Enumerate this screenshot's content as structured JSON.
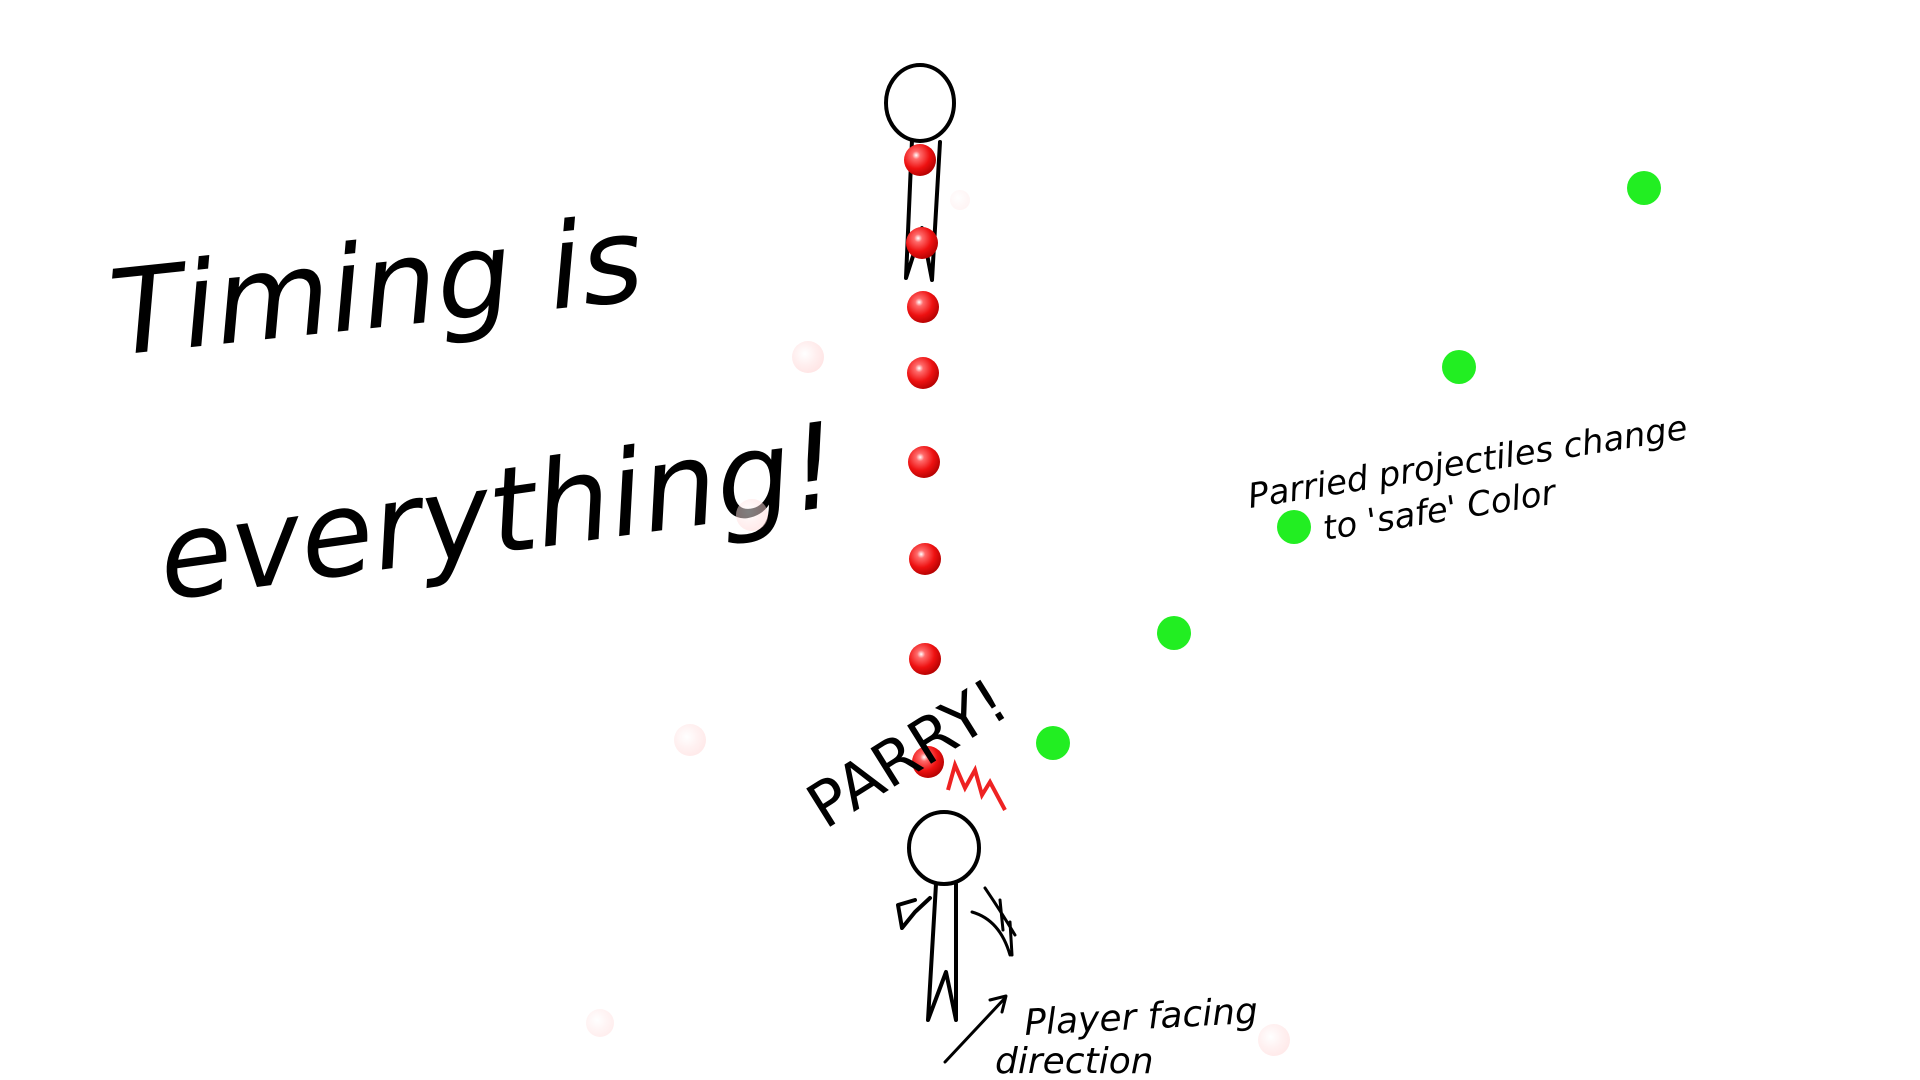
{
  "title": {
    "line1": "Timing is",
    "line2": "everything!"
  },
  "labels": {
    "parry": "PARRY!",
    "parried_note_line1": "Parried projectiles change",
    "parried_note_line2": "to 'safe' Color",
    "facing_line1": "Player facing",
    "facing_line2": "direction"
  },
  "colors": {
    "projectile": "#ee1111",
    "safe": "#22ee22",
    "ghost": "#ffdede",
    "ink": "#000000",
    "spark": "#ee2222"
  },
  "figures": {
    "enemy": "stick-figure-enemy",
    "player": "stick-figure-player"
  }
}
